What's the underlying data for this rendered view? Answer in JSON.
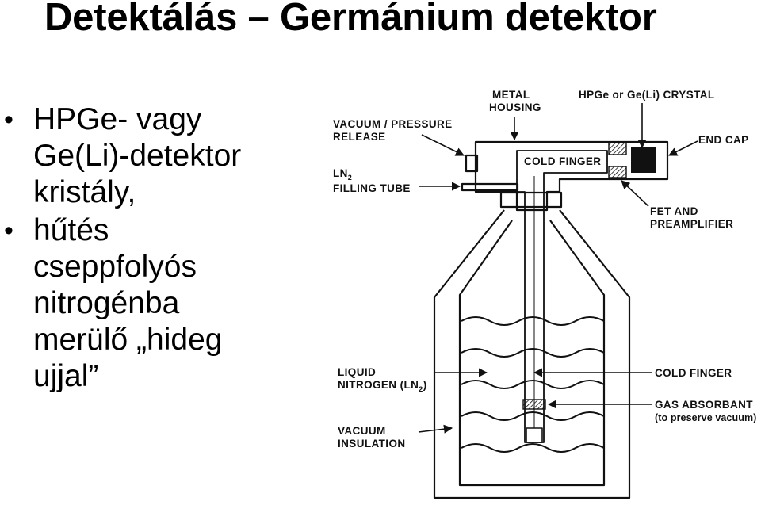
{
  "slide": {
    "title": "Detektálás – Germánium detektor",
    "bullets": [
      {
        "lines": [
          "HPGe- vagy",
          "Ge(Li)-detektor",
          "kristály,"
        ]
      },
      {
        "lines": [
          "hűtés",
          "cseppfolyós",
          "nitrogénba",
          "merülő „hideg",
          "ujjal”"
        ]
      }
    ]
  },
  "diagram": {
    "labels": {
      "metal_housing_1": "METAL",
      "metal_housing_2": "HOUSING",
      "crystal": "HPGe or Ge(Li) CRYSTAL",
      "vacuum_release_1": "VACUUM / PRESSURE",
      "vacuum_release_2": "RELEASE",
      "end_cap": "END CAP",
      "cold_finger_top": "COLD FINGER",
      "ln2_1": "LN",
      "ln2_1_sub": "2",
      "ln2_2": "FILLING TUBE",
      "fet_1": "FET AND",
      "fet_2": "PREAMPLIFIER",
      "liquid_1": "LIQUID",
      "liquid_2": "NITROGEN (LN",
      "liquid_2_sub": "2",
      "liquid_2_end": ")",
      "cold_finger_bottom": "COLD FINGER",
      "gas_1": "GAS ABSORBANT",
      "gas_2": "(to preserve vacuum)",
      "vacuum_ins_1": "VACUUM",
      "vacuum_ins_2": "INSULATION"
    }
  }
}
